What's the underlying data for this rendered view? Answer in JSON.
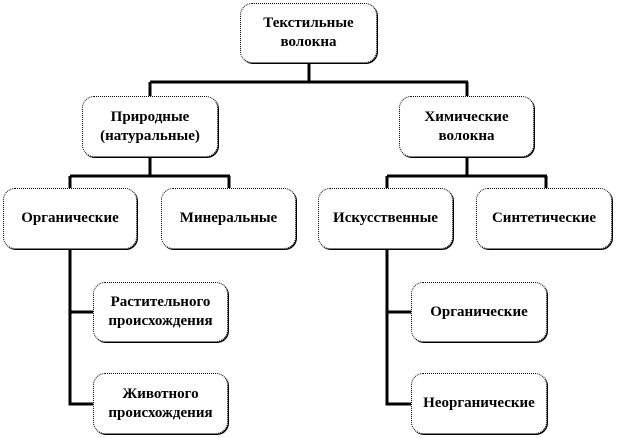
{
  "root": {
    "line1": "Текстильные",
    "line2": "волокна"
  },
  "natural": {
    "line1": "Природные",
    "line2": "(натуральные)"
  },
  "chemical": {
    "line1": "Химические",
    "line2": "волокна"
  },
  "organic": "Органические",
  "mineral": "Минеральные",
  "artificial": "Искусственные",
  "synthetic": "Синтетические",
  "plant": {
    "line1": "Растительного",
    "line2": "происхождения"
  },
  "animal": {
    "line1": "Животного",
    "line2": "происхождения"
  },
  "chem_organic": "Органические",
  "chem_inorganic": "Неорганические"
}
